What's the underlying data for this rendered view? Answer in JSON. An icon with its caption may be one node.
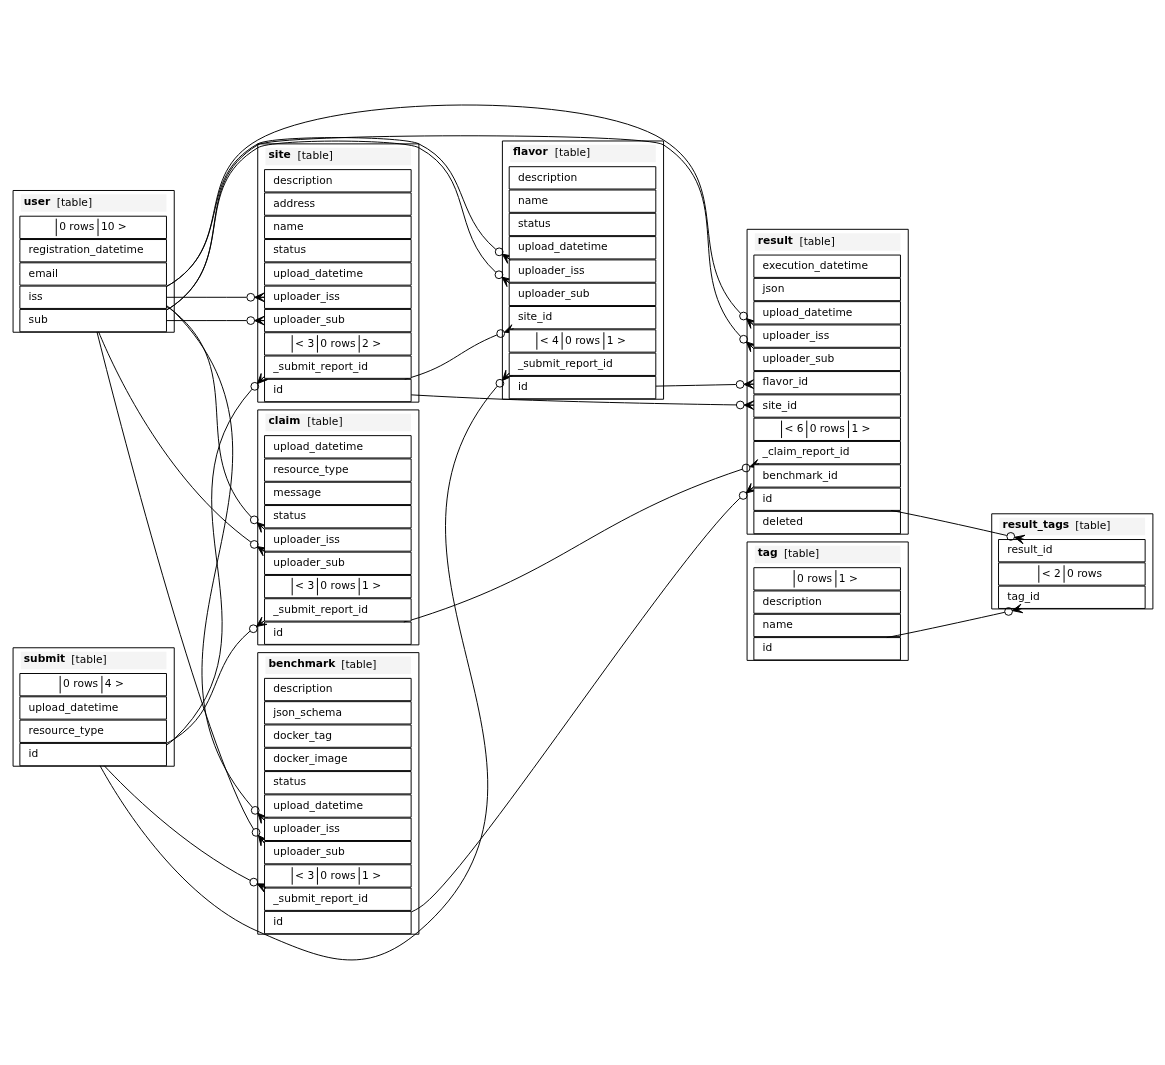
{
  "diagram": {
    "nodes": [
      {
        "text": [
          "user",
          "[table]"
        ]
      },
      {
        "text": [
          "sub"
        ],
        "in": 0
      },
      {
        "text": [
          "iss"
        ],
        "in": 0
      },
      {
        "text": [
          "email"
        ],
        "in": 0
      },
      {
        "text": [
          "registration_datetime"
        ],
        "in": 0
      },
      {
        "text": [
          "0 rows",
          "10 >"
        ],
        "in": 0
      },
      {
        "text": [
          "site",
          "[table]"
        ]
      },
      {
        "text": [
          "id"
        ],
        "in": 6
      },
      {
        "text": [
          "uploader_sub"
        ],
        "in": 6
      },
      {
        "text": [
          "uploader_iss"
        ],
        "in": 6
      },
      {
        "text": [
          "upload_datetime"
        ],
        "in": 6
      },
      {
        "text": [
          "status"
        ],
        "in": 6
      },
      {
        "text": [
          "name"
        ],
        "in": 6
      },
      {
        "text": [
          "address"
        ],
        "in": 6
      },
      {
        "text": [
          "description"
        ],
        "in": 6
      },
      {
        "text": [
          "_submit_report_id"
        ],
        "in": 6
      },
      {
        "text": [
          "< 3",
          "0 rows",
          "2 >"
        ],
        "in": 6
      },
      {
        "text": [
          "claim",
          "[table]"
        ]
      },
      {
        "text": [
          "id"
        ],
        "in": 17
      },
      {
        "text": [
          "uploader_sub"
        ],
        "in": 17
      },
      {
        "text": [
          "uploader_iss"
        ],
        "in": 17
      },
      {
        "text": [
          "status"
        ],
        "in": 17
      },
      {
        "text": [
          "message"
        ],
        "in": 17
      },
      {
        "text": [
          "resource_type"
        ],
        "in": 17
      },
      {
        "text": [
          "upload_datetime"
        ],
        "in": 17
      },
      {
        "text": [
          "_submit_report_id"
        ],
        "in": 17
      },
      {
        "text": [
          "< 3",
          "0 rows",
          "1 >"
        ],
        "in": 17
      },
      {
        "text": [
          "submit",
          "[table]"
        ]
      },
      {
        "text": [
          "id"
        ],
        "in": 27
      },
      {
        "text": [
          "resource_type"
        ],
        "in": 27
      },
      {
        "text": [
          "upload_datetime"
        ],
        "in": 27
      },
      {
        "text": [
          "0 rows",
          "4 >"
        ],
        "in": 27
      },
      {
        "text": [
          "benchmark",
          "[table]"
        ]
      },
      {
        "text": [
          "id"
        ],
        "in": 32
      },
      {
        "text": [
          "uploader_sub"
        ],
        "in": 32
      },
      {
        "text": [
          "uploader_iss"
        ],
        "in": 32
      },
      {
        "text": [
          "upload_datetime"
        ],
        "in": 32
      },
      {
        "text": [
          "status"
        ],
        "in": 32
      },
      {
        "text": [
          "docker_image"
        ],
        "in": 32
      },
      {
        "text": [
          "docker_tag"
        ],
        "in": 32
      },
      {
        "text": [
          "json_schema"
        ],
        "in": 32
      },
      {
        "text": [
          "description"
        ],
        "in": 32
      },
      {
        "text": [
          "_submit_report_id"
        ],
        "in": 32
      },
      {
        "text": [
          "< 3",
          "0 rows",
          "1 >"
        ],
        "in": 32
      },
      {
        "text": [
          "flavor",
          "[table]"
        ]
      },
      {
        "text": [
          "id"
        ],
        "in": 44
      },
      {
        "text": [
          "uploader_sub"
        ],
        "in": 44
      },
      {
        "text": [
          "uploader_iss"
        ],
        "in": 44
      },
      {
        "text": [
          "upload_datetime"
        ],
        "in": 44
      },
      {
        "text": [
          "status"
        ],
        "in": 44
      },
      {
        "text": [
          "name"
        ],
        "in": 44
      },
      {
        "text": [
          "description"
        ],
        "in": 44
      },
      {
        "text": [
          "site_id"
        ],
        "in": 44
      },
      {
        "text": [
          "_submit_report_id"
        ],
        "in": 44
      },
      {
        "text": [
          "< 4",
          "0 rows",
          "1 >"
        ],
        "in": 44
      },
      {
        "text": [
          "result",
          "[table]"
        ]
      },
      {
        "text": [
          "deleted"
        ],
        "in": 55
      },
      {
        "text": [
          "id"
        ],
        "in": 55
      },
      {
        "text": [
          "uploader_sub"
        ],
        "in": 55
      },
      {
        "text": [
          "uploader_iss"
        ],
        "in": 55
      },
      {
        "text": [
          "upload_datetime"
        ],
        "in": 55
      },
      {
        "text": [
          "json"
        ],
        "in": 55
      },
      {
        "text": [
          "execution_datetime"
        ],
        "in": 55
      },
      {
        "text": [
          "benchmark_id"
        ],
        "in": 55
      },
      {
        "text": [
          "flavor_id"
        ],
        "in": 55
      },
      {
        "text": [
          "site_id"
        ],
        "in": 55
      },
      {
        "text": [
          "_claim_report_id"
        ],
        "in": 55
      },
      {
        "text": [
          "< 6",
          "0 rows",
          "1 >"
        ],
        "in": 55
      },
      {
        "text": [
          "tag",
          "[table]"
        ]
      },
      {
        "text": [
          "id"
        ],
        "in": 68
      },
      {
        "text": [
          "name"
        ],
        "in": 68
      },
      {
        "text": [
          "description"
        ],
        "in": 68
      },
      {
        "text": [
          "0 rows",
          "1 >"
        ],
        "in": 68
      },
      {
        "text": [
          "result_tags",
          "[table]"
        ]
      },
      {
        "text": [
          "result_id"
        ],
        "in": 73
      },
      {
        "text": [
          "tag_id"
        ],
        "in": 73
      },
      {
        "text": [
          "< 2",
          "0 rows"
        ],
        "in": 73
      }
    ],
    "edges": [
      {
        "from": 1,
        "to": 8,
        "arrow": "other"
      },
      {
        "from": 2,
        "to": 9,
        "arrow": "other"
      },
      {
        "from": 1,
        "to": 19,
        "arrow": "other"
      },
      {
        "from": 2,
        "to": 20,
        "arrow": "other"
      },
      {
        "from": 1,
        "to": 34,
        "arrow": "other"
      },
      {
        "from": 2,
        "to": 35,
        "arrow": "other"
      },
      {
        "from": 1,
        "to": 46,
        "arrow": "other"
      },
      {
        "from": 2,
        "to": 47,
        "arrow": "other"
      },
      {
        "from": 1,
        "to": 58,
        "arrow": "other"
      },
      {
        "from": 2,
        "to": 59,
        "arrow": "other"
      },
      {
        "from": 28,
        "to": 15,
        "arrow": "other"
      },
      {
        "from": 28,
        "to": 25,
        "arrow": "other"
      },
      {
        "from": 28,
        "to": 42,
        "arrow": "other"
      },
      {
        "from": 28,
        "to": 53,
        "arrow": "other"
      },
      {
        "from": 7,
        "to": 52,
        "arrow": "other"
      },
      {
        "from": 7,
        "to": 65,
        "arrow": "other"
      },
      {
        "from": 18,
        "to": 66,
        "arrow": "other"
      },
      {
        "from": 33,
        "to": 63,
        "arrow": "other"
      },
      {
        "from": 45,
        "to": 64,
        "arrow": "other"
      },
      {
        "from": 57,
        "to": 74,
        "arrow": "other"
      },
      {
        "from": 69,
        "to": 75,
        "arrow": "other"
      }
    ]
  }
}
